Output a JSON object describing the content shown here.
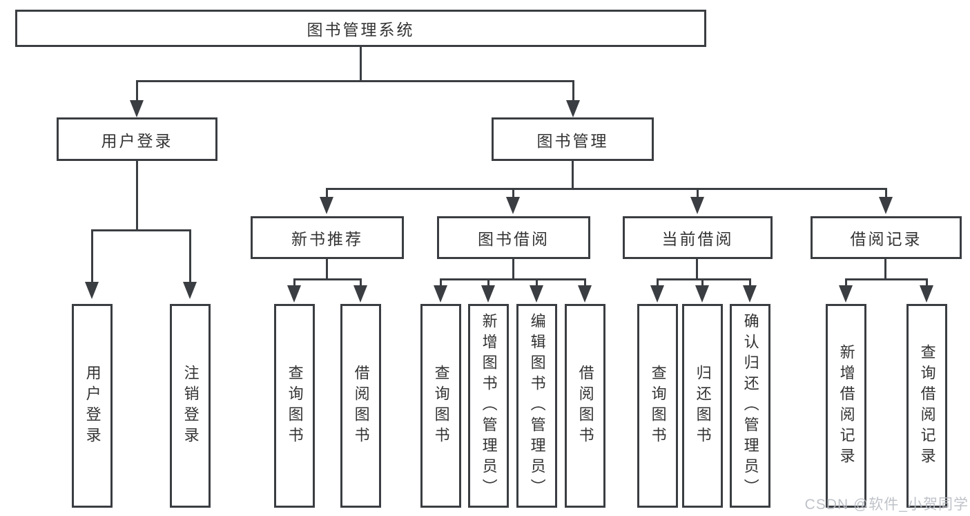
{
  "title": "图书管理系统",
  "level2": [
    "用户登录",
    "图书管理"
  ],
  "level3": [
    "新书推荐",
    "图书借阅",
    "当前借阅",
    "借阅记录"
  ],
  "level4": [
    "用户登录",
    "注销登录",
    "查询图书",
    "借阅图书",
    "查询图书",
    "新增图书（管理员）",
    "编辑图书（管理员）",
    "借阅图书",
    "查询图书",
    "归还图书",
    "确认归还（管理员）",
    "新增借阅记录",
    "查询借阅记录"
  ],
  "watermark": "CSDN @软件_小贺同学",
  "colors": {
    "line": "#3a3d41",
    "text": "#333333",
    "watermark": "#b9bdc4",
    "background": "#ffffff"
  }
}
